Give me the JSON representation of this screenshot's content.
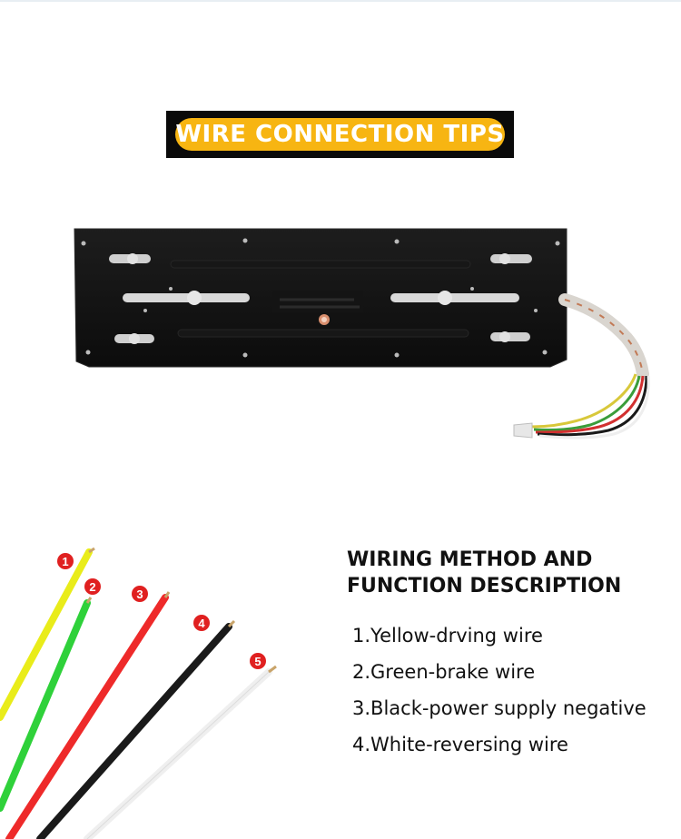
{
  "banner": {
    "title": "WIRE CONNECTION TIPS"
  },
  "wiring": {
    "heading_line1": "WIRING METHOD AND",
    "heading_line2": "FUNCTION DESCRIPTION",
    "items": [
      "1.Yellow-drving wire",
      "2.Green-brake wire",
      "3.Black-power supply negative",
      "4.White-reversing wire"
    ]
  },
  "wire_markers": [
    "1",
    "2",
    "3",
    "4",
    "5"
  ],
  "colors": {
    "banner_yellow": "#f7b512",
    "marker_red": "#e02020",
    "wire_yellow": "#e9ec1a",
    "wire_green": "#2fd13a",
    "wire_red": "#ee2a2a",
    "wire_black": "#1a1a1a",
    "wire_white": "#f4f4f4"
  }
}
